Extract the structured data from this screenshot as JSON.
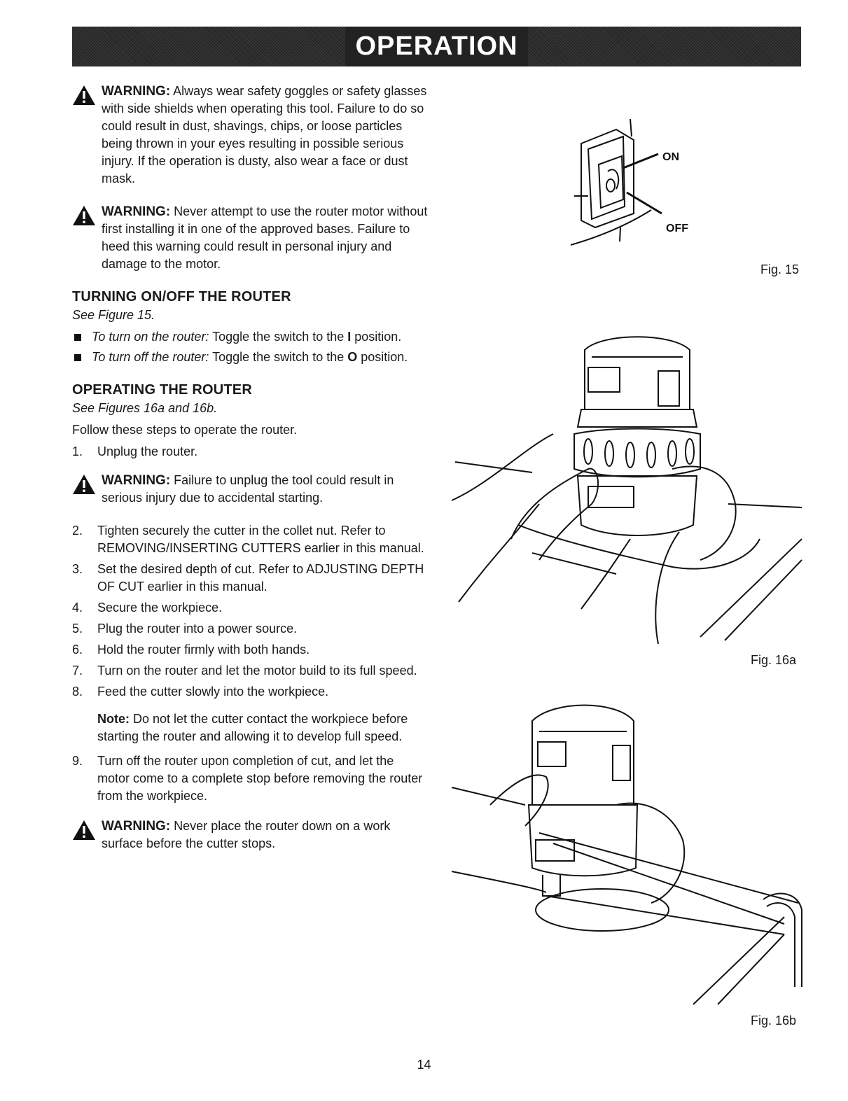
{
  "header": {
    "title": "OPERATION"
  },
  "warnings": {
    "w1": {
      "label": "WARNING:",
      "text": "Always wear safety goggles or safety glasses with side shields when operating this tool. Failure to do so could result in dust, shavings, chips, or loose particles being thrown in your eyes resulting in possible serious injury. If the operation is dusty, also wear a face or dust mask."
    },
    "w2": {
      "label": "WARNING:",
      "text": "Never attempt to use the router motor without first installing it in one of the approved bases. Failure to heed this warning could result in personal injury and damage to the motor."
    },
    "w3": {
      "label": "WARNING:",
      "text": "Failure to unplug the tool could result in serious injury due to accidental starting."
    },
    "w4": {
      "label": "WARNING:",
      "text": "Never place the router down on a work surface before the cutter stops."
    }
  },
  "section1": {
    "heading": "TURNING ON/OFF THE ROUTER",
    "see": "See Figure 15.",
    "bullet1": {
      "lead": "To turn on the router:",
      "text": " Toggle the switch to the ",
      "symbol": "I",
      "tail": " position."
    },
    "bullet2": {
      "lead": "To turn off the router:",
      "text": " Toggle the switch to the ",
      "symbol": "O",
      "tail": " position."
    }
  },
  "section2": {
    "heading": "OPERATING THE ROUTER",
    "see": "See Figures 16a and 16b.",
    "intro": "Follow these steps to operate the router.",
    "steps": [
      {
        "n": "1.",
        "text": "Unplug the router."
      },
      {
        "n": "2.",
        "text": "Tighten securely the cutter in the collet nut. Refer to REMOVING/INSERTING CUTTERS earlier in this manual."
      },
      {
        "n": "3.",
        "text": "Set the desired depth of cut. Refer to ADJUSTING DEPTH OF CUT earlier in this manual."
      },
      {
        "n": "4.",
        "text": "Secure the workpiece."
      },
      {
        "n": "5.",
        "text": "Plug the router into a power source."
      },
      {
        "n": "6.",
        "text": "Hold the router firmly with both hands."
      },
      {
        "n": "7.",
        "text": "Turn on the router and let the motor build to its full speed."
      },
      {
        "n": "8.",
        "text": "Feed the cutter slowly into the workpiece."
      },
      {
        "n": "9.",
        "text": "Turn off the router upon completion of cut, and let the motor come to a complete stop before removing the router from the workpiece."
      }
    ],
    "note": {
      "label": "Note:",
      "text": "Do not let the cutter contact the workpiece before starting the router and allowing it to develop full speed."
    }
  },
  "figures": {
    "fig15": {
      "label": "Fig. 15",
      "on": "ON",
      "off": "OFF"
    },
    "fig16a": {
      "label": "Fig. 16a"
    },
    "fig16b": {
      "label": "Fig. 16b"
    }
  },
  "footer": {
    "page_number": "14"
  }
}
